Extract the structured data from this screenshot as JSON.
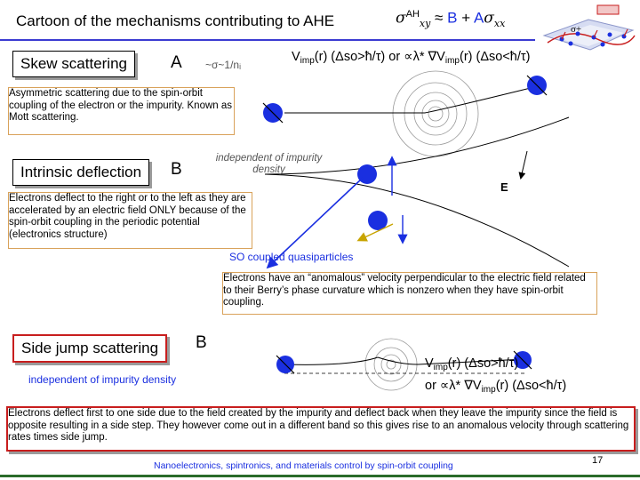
{
  "title": "Cartoon of the mechanisms contributing to AHE",
  "formula": {
    "lhs": "σ",
    "sup": "AH",
    "sub": "xy",
    "approx": "≈",
    "b": "B",
    "plus": "+",
    "a": "A",
    "sigma_xx": "σ",
    "sub_xx": "xx"
  },
  "logo": {
    "text": "σ+"
  },
  "skew": {
    "label": "Skew scattering",
    "letter": "A",
    "scaling": "~σ~1/nᵢ",
    "formula_part1": "V",
    "formula_sub1": "imp",
    "formula_part2": "(r) (Δso>ħ/τ) or ∝λ* ∇V",
    "formula_sub2": "imp",
    "formula_part3": "(r) (Δso<ħ/τ)",
    "description": "Asymmetric scattering due to the spin-orbit coupling of the electron or the impurity. Known as Mott scattering."
  },
  "intrinsic": {
    "label": "Intrinsic deflection",
    "letter": "B",
    "note": "independent of impurity density",
    "description": "Electrons deflect to the right or to the left as they are accelerated by an electric field ONLY because of the spin-orbit coupling in the periodic potential (electronics structure)",
    "so_label": "SO coupled quasiparticles",
    "e_label": "E",
    "anomalous": "Electrons have an “anomalous” velocity perpendicular to the electric field related to their Berry’s phase curvature which is nonzero when they have spin-orbit coupling."
  },
  "side_jump": {
    "label": "Side jump scattering",
    "letter": "B",
    "note": "independent of impurity density",
    "line1_part1": "V",
    "line1_sub": "imp",
    "line1_part2": "(r) (Δso>ħ/τ)",
    "line2_part1": "or ∝λ* ∇V",
    "line2_sub": "imp",
    "line2_part2": "(r) (Δso<ħ/τ)",
    "description": "Electrons deflect first to one side due to the field created by the impurity and deflect back when they leave the impurity since the field is opposite resulting in a side step. They however come out in a different band so this gives rise to an anomalous velocity through scattering rates times side jump."
  },
  "footer": {
    "text": "Nanoelectronics, spintronics, and materials control by spin-orbit coupling",
    "page": "17"
  },
  "colors": {
    "electron": "#1a2fe0",
    "line": "#3b3bd1",
    "desc_border": "#d9a25a",
    "red_border": "#c81e1e",
    "footer_line": "#2a6b2a",
    "spin_arrow": "#c8a400"
  }
}
